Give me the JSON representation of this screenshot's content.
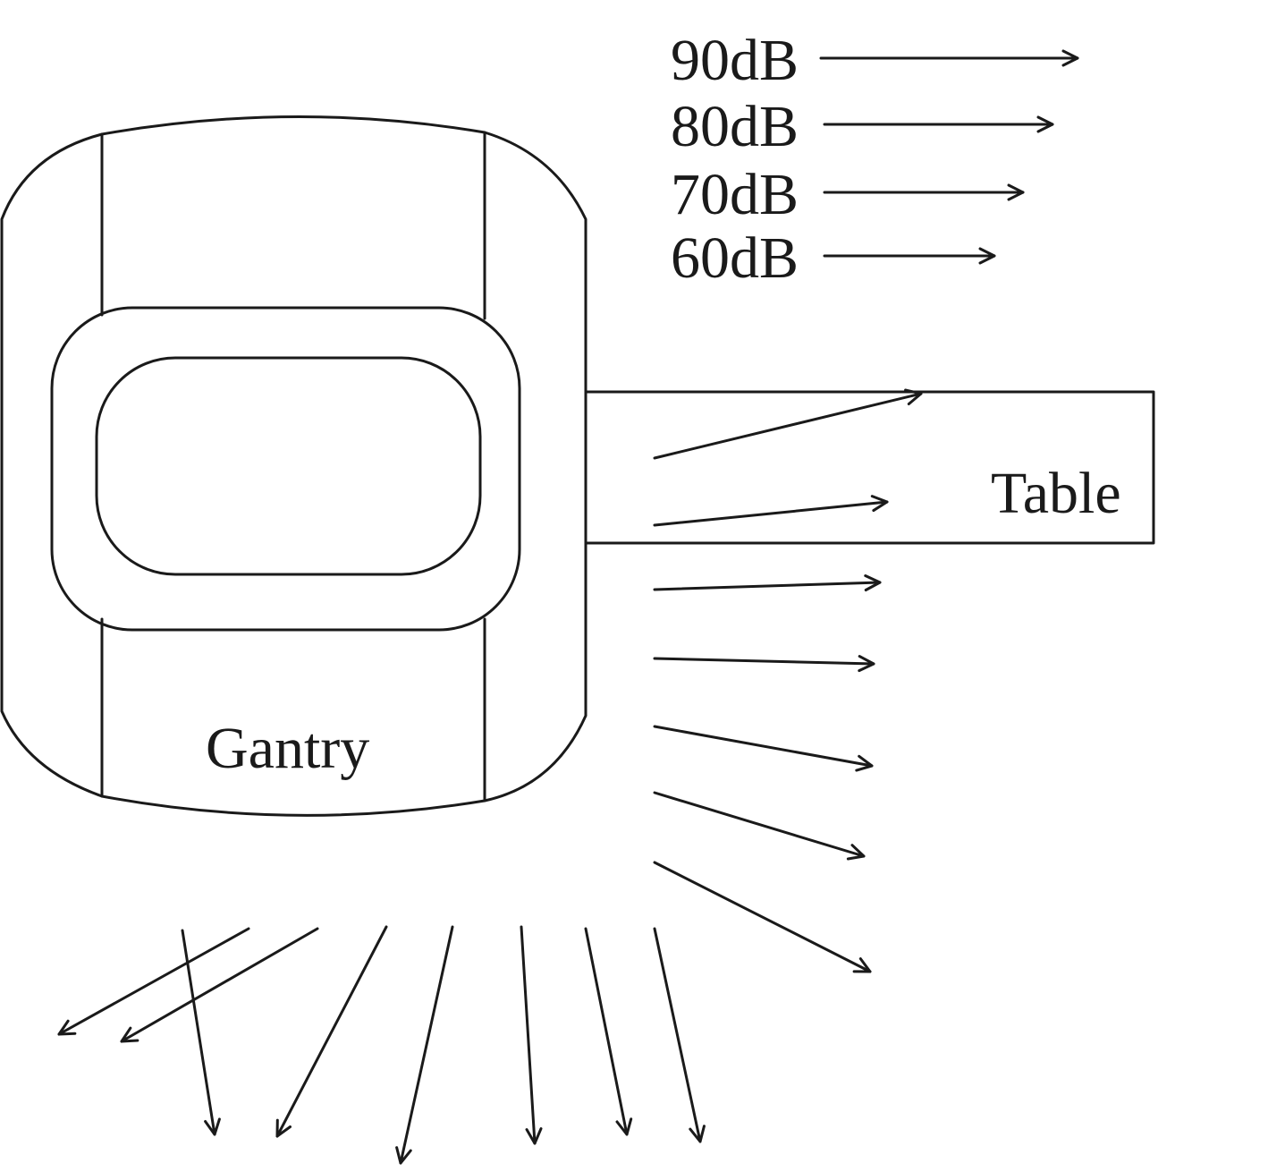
{
  "legend": [
    {
      "label": "90dB"
    },
    {
      "label": "80dB"
    },
    {
      "label": "70dB"
    },
    {
      "label": "60dB"
    }
  ],
  "gantry": {
    "label": "Gantry"
  },
  "table": {
    "label": "Table"
  },
  "colors": {
    "stroke": "#1a1a1a",
    "background": "#ffffff"
  }
}
